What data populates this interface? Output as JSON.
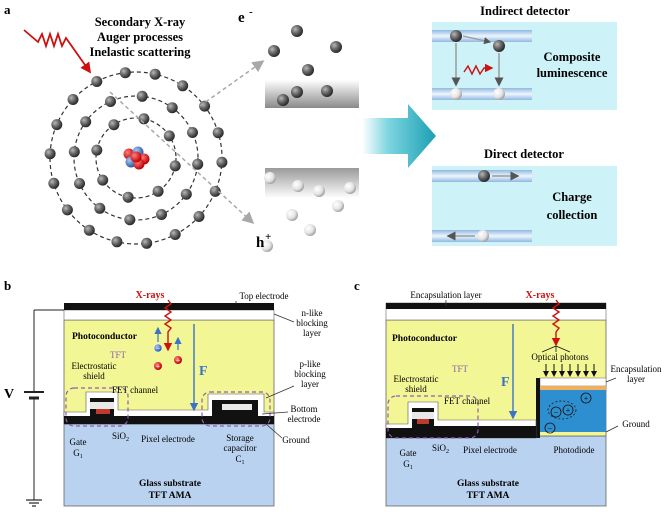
{
  "panel_a": {
    "letter": "a",
    "process_lines": [
      "Secondary X-ray",
      "Auger processes",
      "Inelastic scattering"
    ],
    "electron_label": "e",
    "electron_sup": "-",
    "hole_label": "h",
    "hole_sup": "+",
    "indirect": {
      "title": "Indirect detector",
      "desc_lines": [
        "Composite",
        "luminescence"
      ]
    },
    "direct": {
      "title": "Direct detector",
      "desc_lines": [
        "Charge",
        "collection"
      ]
    }
  },
  "panel_b": {
    "letter": "b",
    "xrays": "X-rays",
    "top_electrode": "Top electrode",
    "n_like": [
      "n-like",
      "blocking",
      "layer"
    ],
    "photoconductor": "Photoconductor",
    "field": "F",
    "v_label": "V",
    "shield": [
      "Electrostatic",
      "shield"
    ],
    "tft": "TFT",
    "fet_channel": "FET channel",
    "p_like": [
      "p-like",
      "blocking",
      "layer"
    ],
    "bottom_electrode": [
      "Bottom",
      "electrode"
    ],
    "ground": "Ground",
    "sio2": "SiO",
    "sio2_sub": "2",
    "gate": "Gate",
    "gate_sym": "G",
    "gate_sub": "1",
    "pixel_electrode": "Pixel electrode",
    "storage": [
      "Storage",
      "capacitor"
    ],
    "storage_sym": "C",
    "storage_sub": "1",
    "substrate": [
      "Glass substrate",
      "TFT AMA"
    ]
  },
  "panel_c": {
    "letter": "c",
    "encap_top": "Encapsulation layer",
    "xrays": "X-rays",
    "photoconductor": "Photoconductor",
    "optical": "Optical photons",
    "encap_right": [
      "Encapsulation",
      "layer"
    ],
    "field": "F",
    "shield": [
      "Electrostatic",
      "shield"
    ],
    "tft": "TFT",
    "fet_channel": "FET channel",
    "sio2": "SiO",
    "sio2_sub": "2",
    "gate": "Gate",
    "gate_sym": "G",
    "gate_sub": "1",
    "pixel_electrode": "Pixel electrode",
    "photodiode": "Photodiode",
    "ground": "Ground",
    "substrate": [
      "Glass substrate",
      "TFT AMA"
    ]
  },
  "colors": {
    "photoconductor": "#f3f694",
    "substrate": "#b9d2ef",
    "detector_box": "#cdf2f7",
    "electrode": "#111111",
    "xray_arrow": "#cc1111",
    "field_arrow": "#3a73c8",
    "photodiode": "#2d8fd0",
    "dashed_tft": "#8f5fb0",
    "big_arrow": "#22a6b8"
  }
}
